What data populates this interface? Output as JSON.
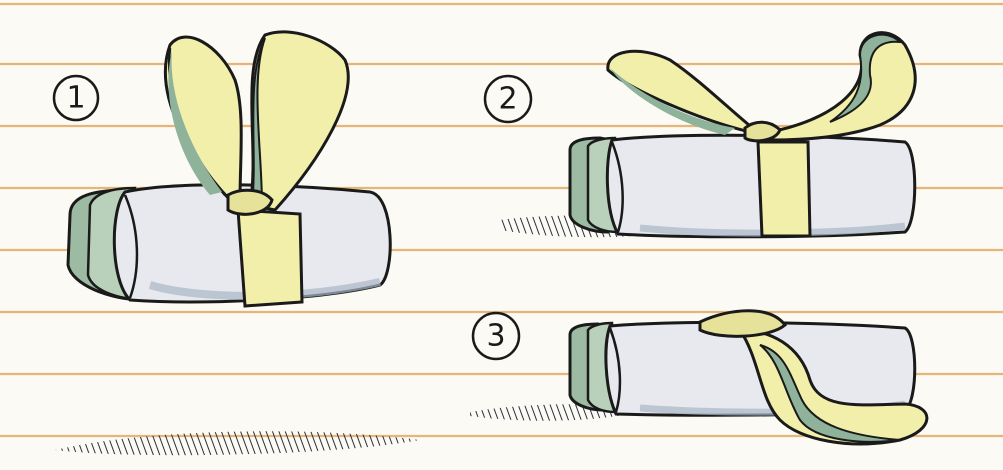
{
  "steps": [
    {
      "label": "1"
    },
    {
      "label": "2"
    },
    {
      "label": "3"
    }
  ],
  "colors": {
    "paper": "#fbfaf4",
    "ruled_line": "#e5b57a",
    "ribbon_yellow": "#f1efaa",
    "ribbon_green": "#8fb39a",
    "box_face": "#e8e9ee",
    "box_shadow": "#aab7c8",
    "ink": "#1a1a1a"
  }
}
